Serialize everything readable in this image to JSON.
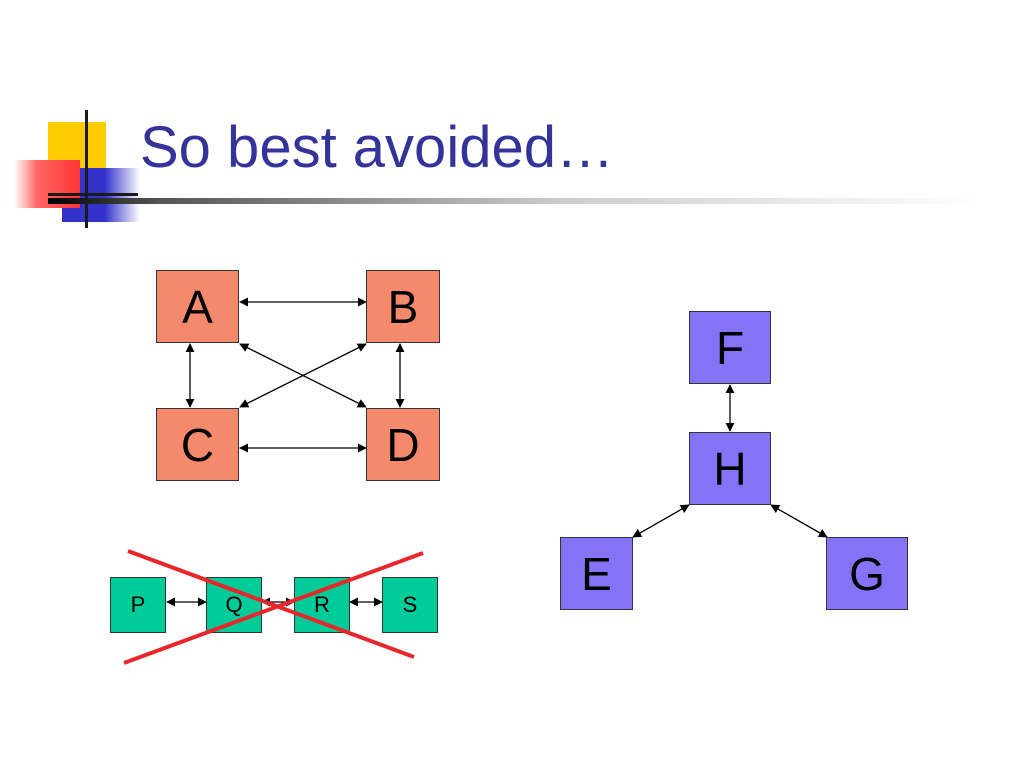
{
  "slide": {
    "title": "So best avoided…"
  },
  "diagrams": {
    "mesh": {
      "nodes": {
        "a": "A",
        "b": "B",
        "c": "C",
        "d": "D"
      },
      "color": "#f4896b"
    },
    "hub": {
      "nodes": {
        "f": "F",
        "h": "H",
        "e": "E",
        "g": "G"
      },
      "color": "#8473f7"
    },
    "chain": {
      "nodes": {
        "p": "P",
        "q": "Q",
        "r": "R",
        "s": "S"
      },
      "color": "#00cc99",
      "crossed_out": true,
      "cross_color": "#e8262b"
    }
  }
}
